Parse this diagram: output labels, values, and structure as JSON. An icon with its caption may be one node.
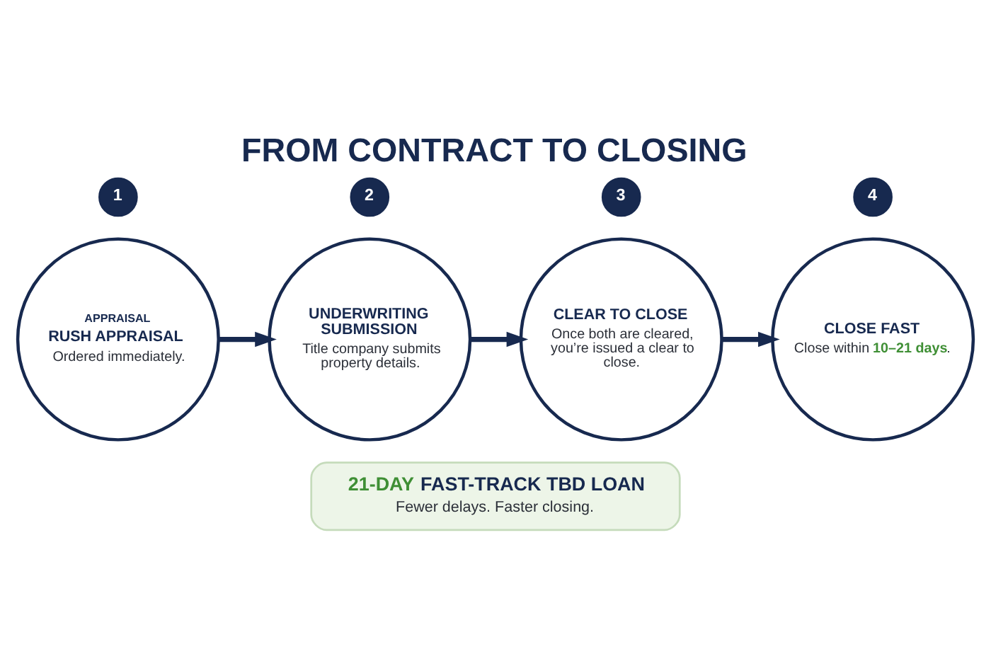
{
  "diagram": {
    "title": "FROM CONTRACT TO CLOSING",
    "nodes": [
      {
        "text": [
          "1"
        ]
      },
      {
        "text": [
          "APPRAISAL",
          "RUSH APPRAISAL",
          "Ordered immediately."
        ]
      },
      {
        "text": [
          "2"
        ]
      },
      {
        "text": [
          "UNDERWRITING SUBMISSION",
          "Title company submits property details."
        ]
      },
      {
        "text": [
          "3"
        ]
      },
      {
        "text": [
          "CLEAR TO CLOSE",
          "Once both are cleared, you’re issued a clear to close."
        ]
      },
      {
        "text": [
          "4"
        ]
      },
      {
        "text": [
          "CLOSE FAST",
          "Close within **10–21 days**."
        ]
      },
      {
        "text": [
          "**21-DAY** FAST-TRACK TBD LOAN",
          "Fewer delays. Faster closing."
        ]
      }
    ],
    "edges": [
      {
        "from": 1,
        "to": 3,
        "arrow": "to"
      },
      {
        "from": 3,
        "to": 5,
        "arrow": "to"
      },
      {
        "from": 5,
        "to": 7,
        "arrow": "to"
      }
    ]
  }
}
